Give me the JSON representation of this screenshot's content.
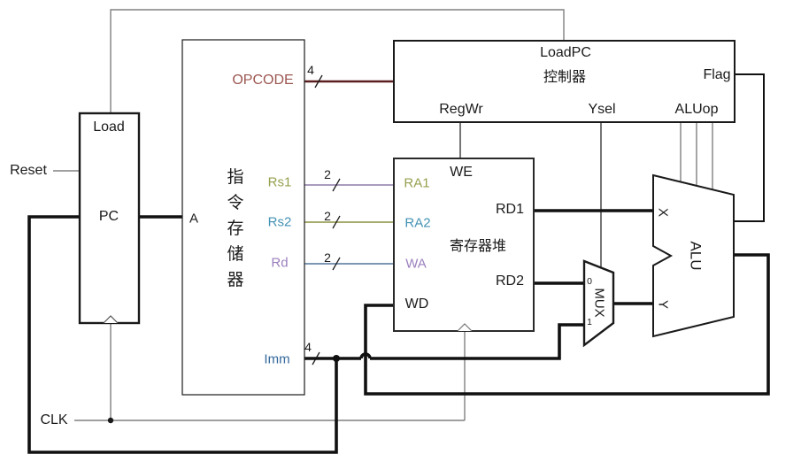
{
  "diagram": {
    "title_semantics": "single-cycle CPU datapath",
    "blocks": {
      "pc": {
        "load_port": "Load",
        "name": "PC"
      },
      "instruction_memory": {
        "name": "指令存储器",
        "ports": {
          "a": "A",
          "opcode": "OPCODE",
          "rs1": "Rs1",
          "rs2": "Rs2",
          "rd": "Rd",
          "imm": "Imm"
        }
      },
      "controller": {
        "name": "控制器",
        "ports": {
          "loadpc": "LoadPC",
          "flag": "Flag",
          "regwr": "RegWr",
          "ysel": "Ysel",
          "aluop": "ALUop"
        }
      },
      "register_file": {
        "name": "寄存器堆",
        "ports": {
          "we": "WE",
          "ra1": "RA1",
          "ra2": "RA2",
          "wa": "WA",
          "wd": "WD",
          "rd1": "RD1",
          "rd2": "RD2"
        }
      },
      "mux": {
        "name": "MUX",
        "input0": "0",
        "input1": "1"
      },
      "alu": {
        "name": "ALU",
        "ports": {
          "x": "X",
          "y": "Y"
        }
      }
    },
    "signals": {
      "reset": "Reset",
      "clk": "CLK"
    },
    "bus_widths": {
      "opcode": "4",
      "rs1": "2",
      "rs2": "2",
      "rd": "2",
      "imm": "4"
    },
    "colors": {
      "opcode_text": "#9c5751",
      "opcode_wire": "#5a1e1e",
      "rs1_text": "#97a04e",
      "rs1_wire": "#8e7ca8",
      "rs2_text": "#4492b4",
      "rs2_wire": "#8a8f3d",
      "rd_text": "#9b7fbe",
      "rd_wire": "#54779b",
      "imm_text": "#33689b",
      "control_wire": "#808080",
      "data_wire": "#111111"
    }
  }
}
